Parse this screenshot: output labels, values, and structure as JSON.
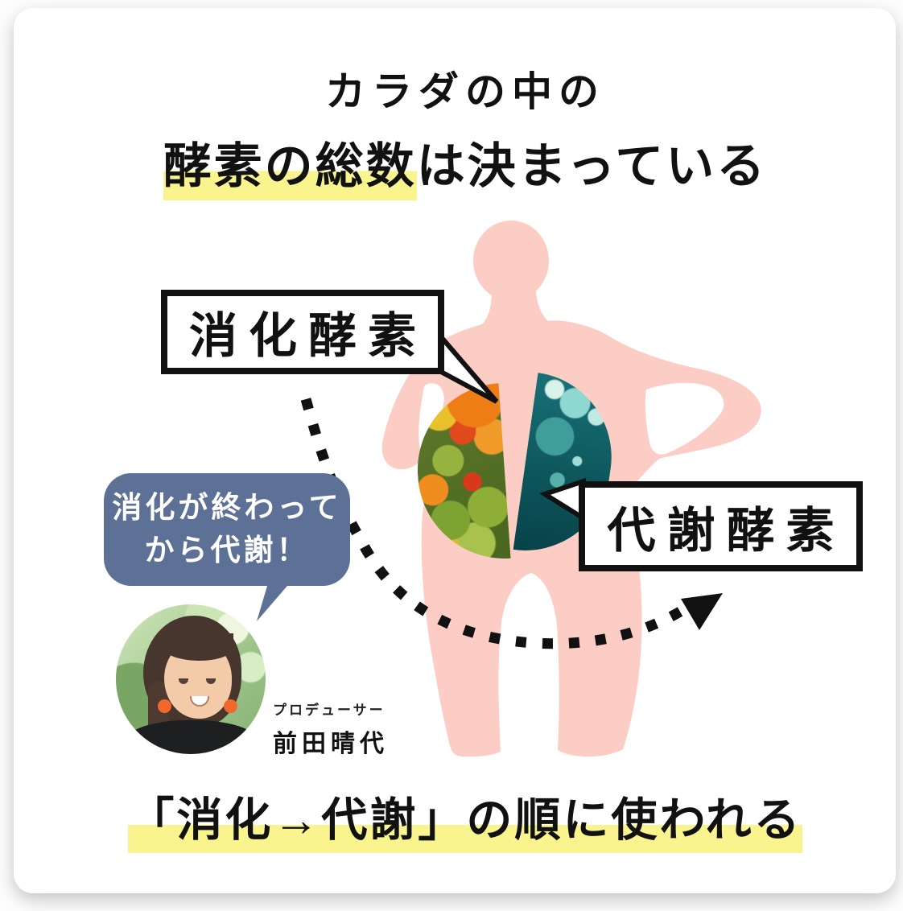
{
  "title": {
    "line1": "カラダの中の",
    "line2_highlighted": "酵素の総数",
    "line2_rest": "は決まっている"
  },
  "labels": {
    "digestive": "消化酵素",
    "metabolic": "代謝酵素"
  },
  "speech_bubble": {
    "line1": "消化が終わって",
    "line2": "から代謝！"
  },
  "producer": {
    "role": "プロデューサー",
    "name": "前田晴代"
  },
  "footer": {
    "text": "「消化→代謝」の順に使われる"
  },
  "icons": {
    "flow_arrow": "dotted-curved-arrow",
    "digestive_half": "tomatoes-photo-half-circle",
    "metabolic_half": "water-droplets-photo-half-circle",
    "silhouette": "female-body-silhouette",
    "avatar": "producer-portrait-photo"
  },
  "colors": {
    "yellow": "#FAF48F",
    "pink": "#FBCDC4",
    "bubble": "#5D7095",
    "ink": "#111111",
    "card": "#FFFFFF"
  }
}
